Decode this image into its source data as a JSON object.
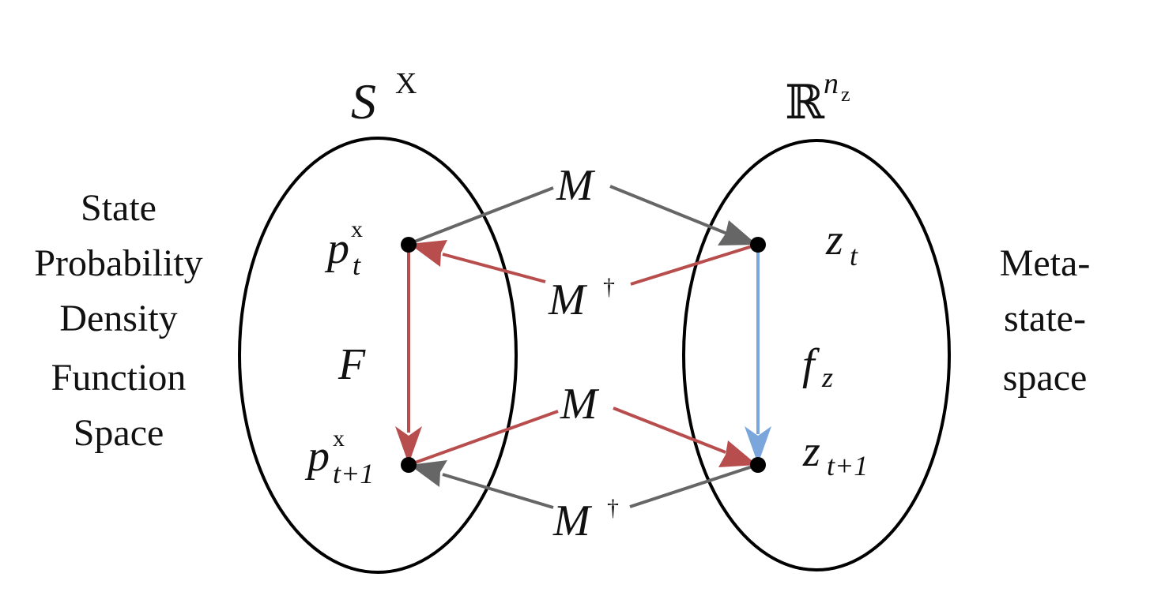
{
  "left_space": {
    "symbol": "S",
    "superscript": "X",
    "caption_lines": [
      "State",
      "Probability",
      "Density",
      "Function",
      "Space"
    ]
  },
  "right_space": {
    "symbol": "ℝ",
    "superscript": "n",
    "superscript_sub": "z",
    "caption_lines": [
      "Meta-",
      "state-",
      "space"
    ]
  },
  "nodes": {
    "p_t": {
      "base": "p",
      "sub": "t",
      "sup": "x"
    },
    "p_t1": {
      "base": "p",
      "sub": "t+1",
      "sup": "x"
    },
    "z_t": {
      "base": "z",
      "sub": "t"
    },
    "z_t1": {
      "base": "z",
      "sub": "t+1"
    }
  },
  "operators": {
    "F": "F",
    "f_z": {
      "base": "f",
      "sub": "z"
    },
    "M": "M",
    "M_dagger": {
      "base": "M",
      "sup": "†"
    }
  },
  "colors": {
    "outline": "#000000",
    "gray_arrow": "#666666",
    "red_arrow": "#b84d4d",
    "blue_arrow": "#7aa6dc"
  }
}
